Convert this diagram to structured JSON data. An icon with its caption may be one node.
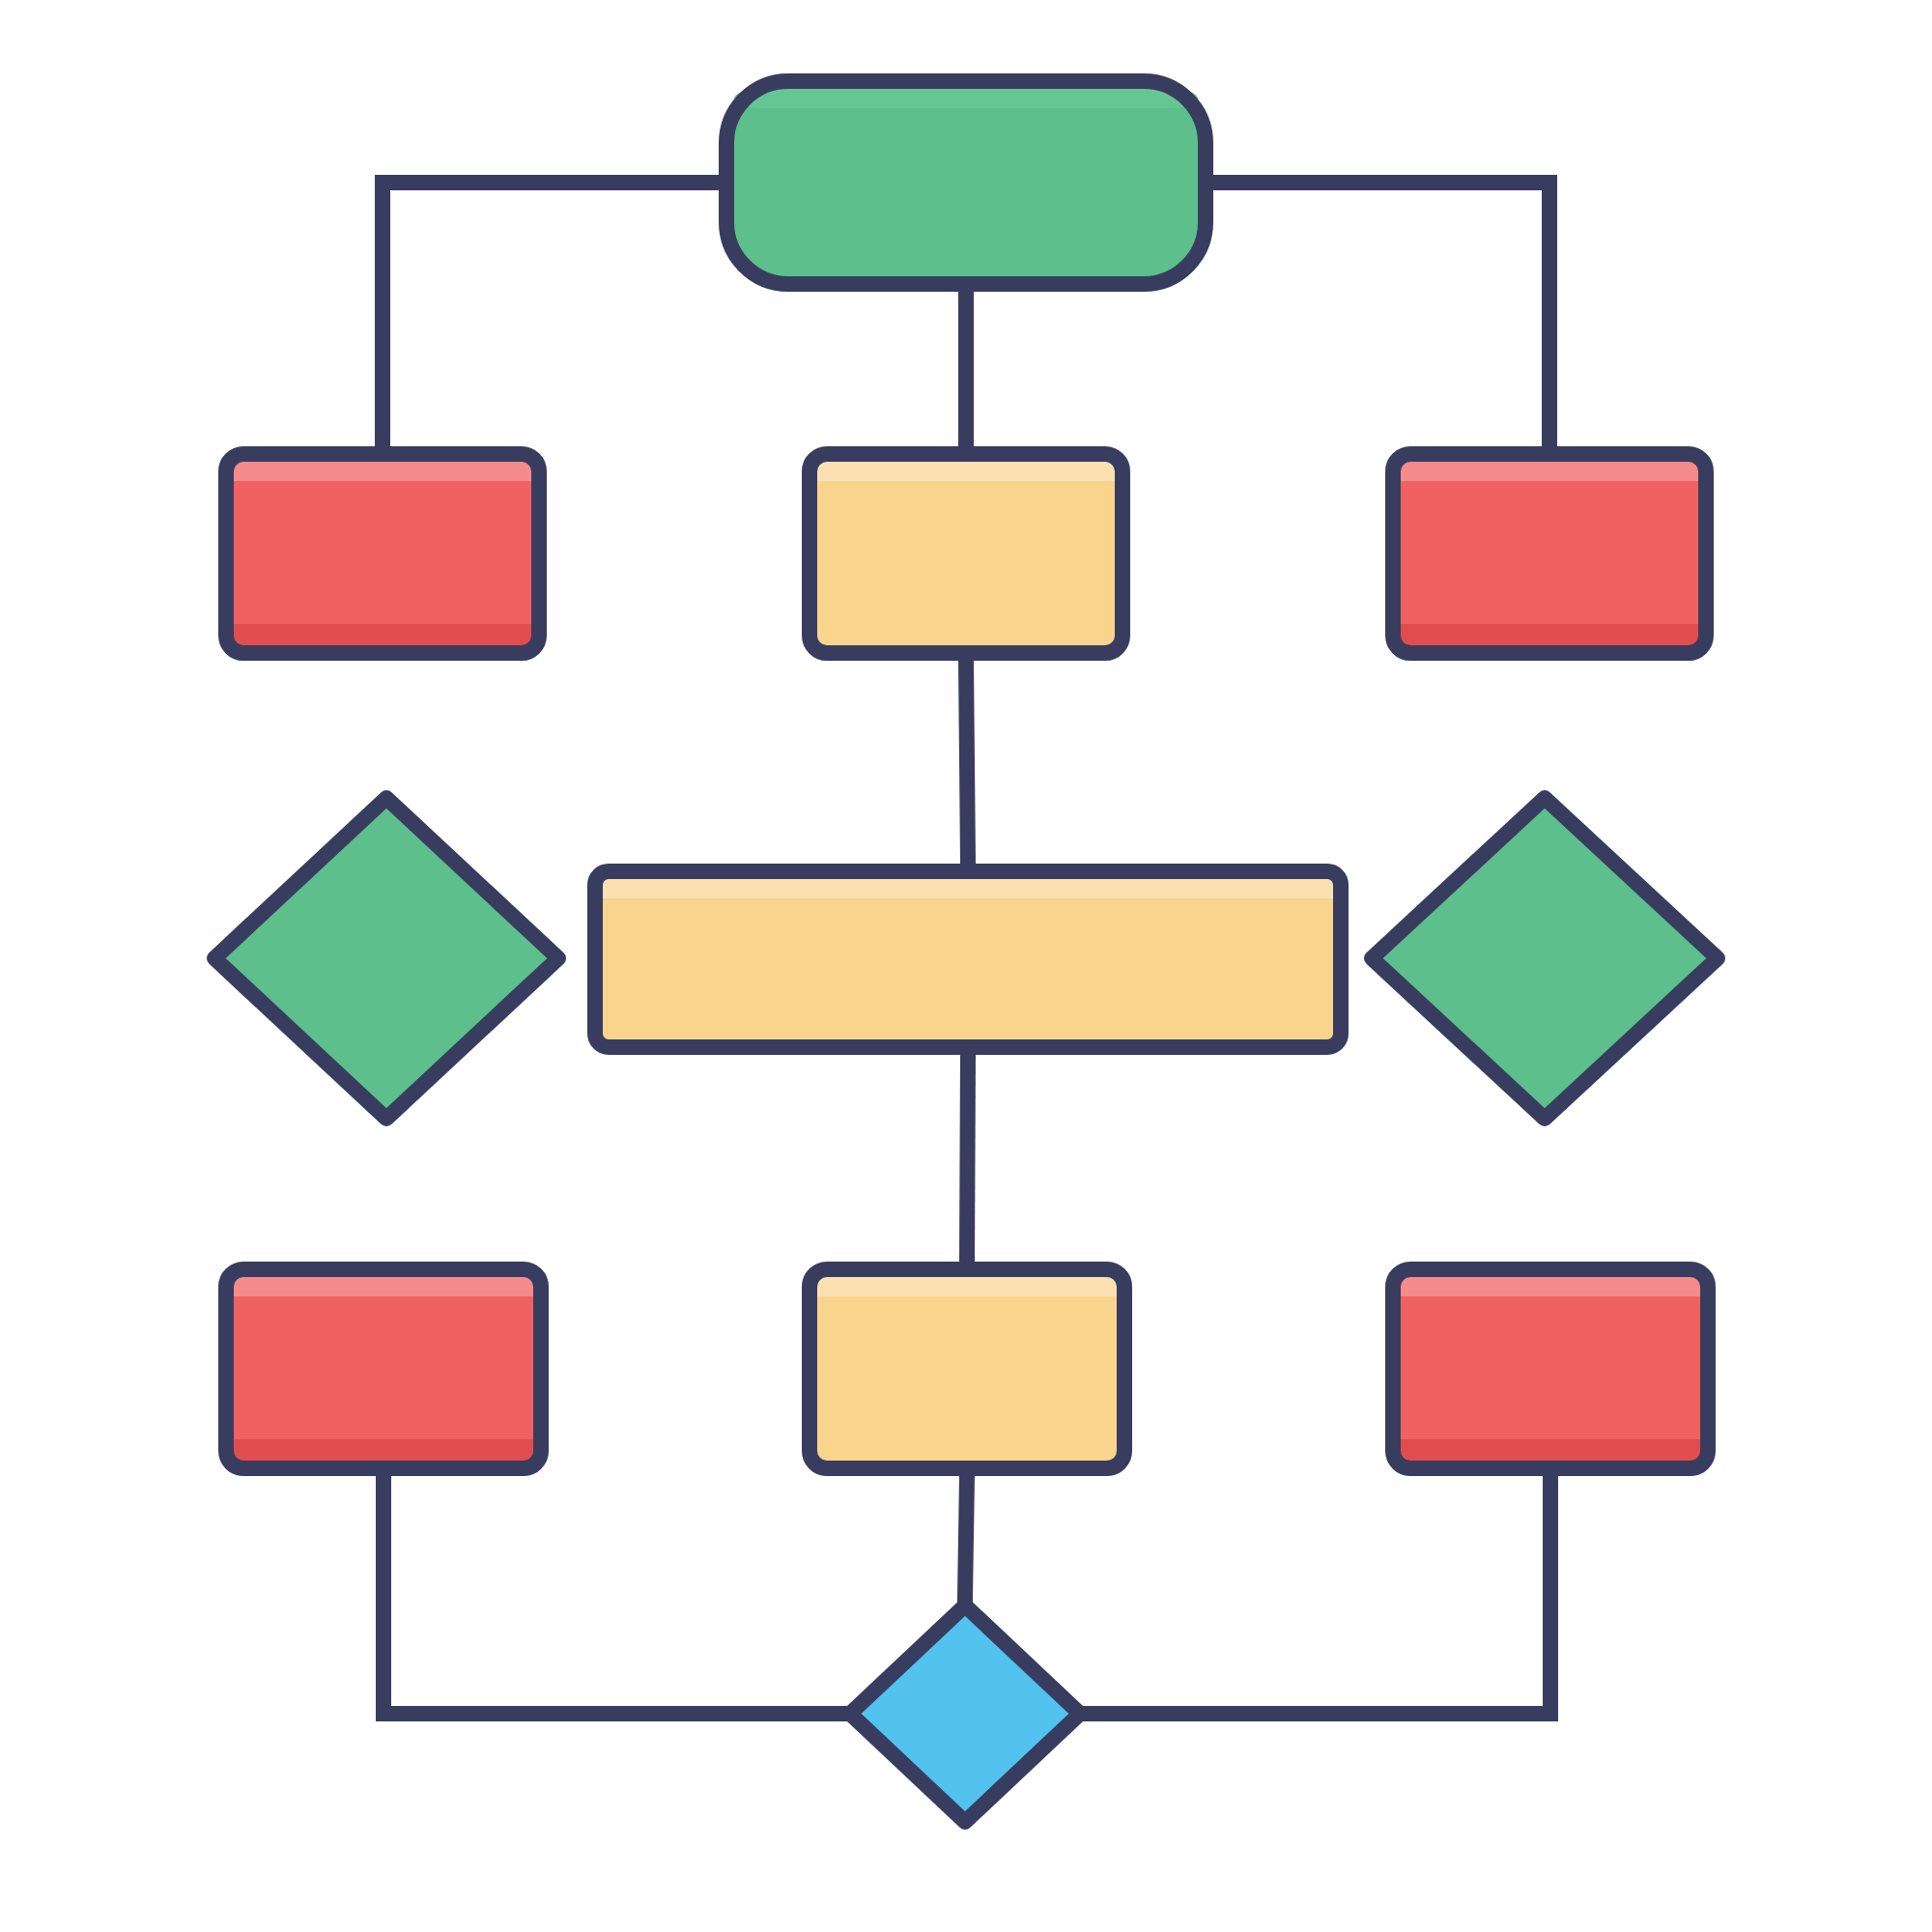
{
  "diagram": {
    "nodes": [
      {
        "text": [],
        "shape": "box"
      },
      {
        "text": [],
        "shape": "box"
      },
      {
        "text": [],
        "shape": "box"
      },
      {
        "text": [],
        "shape": "box"
      },
      {
        "text": [],
        "shape": "diamond"
      },
      {
        "text": [],
        "shape": "box"
      },
      {
        "text": [],
        "shape": "diamond"
      },
      {
        "text": [],
        "shape": "box"
      },
      {
        "text": [],
        "shape": "box"
      },
      {
        "text": [],
        "shape": "box"
      },
      {
        "text": [],
        "shape": "diamond"
      }
    ],
    "edges": [
      {
        "from": 0,
        "to": 1,
        "arrow": "none"
      },
      {
        "from": 0,
        "to": 2,
        "arrow": "none"
      },
      {
        "from": 0,
        "to": 3,
        "arrow": "none"
      },
      {
        "from": 2,
        "to": 5,
        "arrow": "none"
      },
      {
        "from": 5,
        "to": 8,
        "arrow": "none"
      },
      {
        "from": 7,
        "to": 10,
        "arrow": "none"
      },
      {
        "from": 8,
        "to": 10,
        "arrow": "none"
      },
      {
        "from": 9,
        "to": 10,
        "arrow": "none"
      }
    ]
  }
}
